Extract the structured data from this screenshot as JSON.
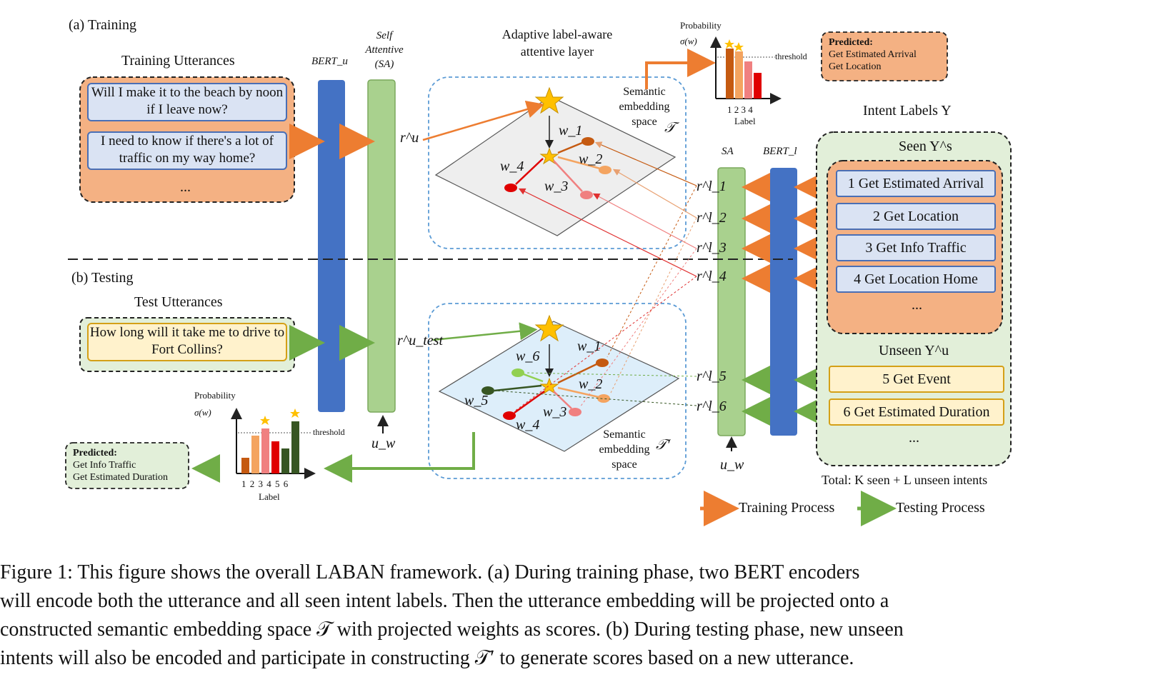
{
  "training_header": "(a) Training",
  "testing_header": "(b) Testing",
  "training_utterances": {
    "title": "Training Utterances",
    "items": [
      "Will I make it to the beach by noon if I leave now?",
      "I need to know if there's a lot of traffic on my way home?"
    ],
    "ellipsis": "..."
  },
  "test_utterances": {
    "title": "Test Utterances",
    "items": [
      "How long will it take me to drive to Fort Collins?"
    ]
  },
  "bert_u": "BERT_u",
  "bert_l": "BERT_l",
  "self_attentive": [
    "Self",
    "Attentive",
    "(SA)"
  ],
  "sa_short": "SA",
  "u_w": "u_w",
  "adaptive_layer": [
    "Adaptive label-aware",
    "attentive layer"
  ],
  "semantic_space_train": [
    "Semantic",
    "embedding",
    "space"
  ],
  "semantic_space_train_symbol": "𝒯",
  "semantic_space_test": [
    "Semantic",
    "embedding",
    "space"
  ],
  "semantic_space_test_symbol": "𝒯′",
  "r_u": "r^u",
  "r_test": "r^u_test",
  "r_labels": [
    "r^l_1",
    "r^l_2",
    "r^l_3",
    "r^l_4",
    "r^l_5",
    "r^l_6"
  ],
  "weights_train": [
    "w_1",
    "w_2",
    "w_3",
    "w_4"
  ],
  "weights_test": [
    "w_1",
    "w_2",
    "w_3",
    "w_4",
    "w_5",
    "w_6"
  ],
  "prob_chart_train": {
    "title": "Probability",
    "ylabel": "σ(w)",
    "xlabel": "Label",
    "threshold_label": "threshold",
    "categories": [
      "1",
      "2",
      "3",
      "4"
    ]
  },
  "prob_chart_test": {
    "title": "Probability",
    "ylabel": "σ(w)",
    "xlabel": "Label",
    "threshold_label": "threshold",
    "categories": [
      "1",
      "2",
      "3",
      "4",
      "5",
      "6"
    ]
  },
  "predicted_train": {
    "title": "Predicted:",
    "items": [
      "Get Estimated Arrival",
      "Get Location"
    ]
  },
  "predicted_test": {
    "title": "Predicted:",
    "items": [
      "Get Info Traffic",
      "Get Estimated Duration"
    ]
  },
  "intent_labels": {
    "title": "Intent Labels Y",
    "seen_title": "Seen Y^s",
    "seen": [
      "1 Get Estimated Arrival",
      "2 Get Location",
      "3 Get Info Traffic",
      "4 Get Location Home"
    ],
    "unseen_title": "Unseen Y^u",
    "unseen": [
      "5 Get Event",
      "6 Get Estimated Duration"
    ],
    "ellipsis": "...",
    "total": "Total: K seen + L unseen intents"
  },
  "legend": {
    "training": "Training Process",
    "testing": "Testing Process"
  },
  "colors": {
    "train": "#ed7d31",
    "test": "#70ad47",
    "bert": "#4472c4",
    "sa": "#a9d18e"
  },
  "caption": [
    "Figure 1:  This figure shows the overall LABAN framework.  (a) During training phase, two BERT encoders",
    "will encode both the utterance and all seen intent labels.  Then the utterance embedding will be projected onto a",
    "constructed semantic embedding space 𝒯 with projected weights as scores. (b) During testing phase, new unseen",
    "intents will also be encoded and participate in constructing 𝒯′ to generate scores based on a new utterance."
  ]
}
